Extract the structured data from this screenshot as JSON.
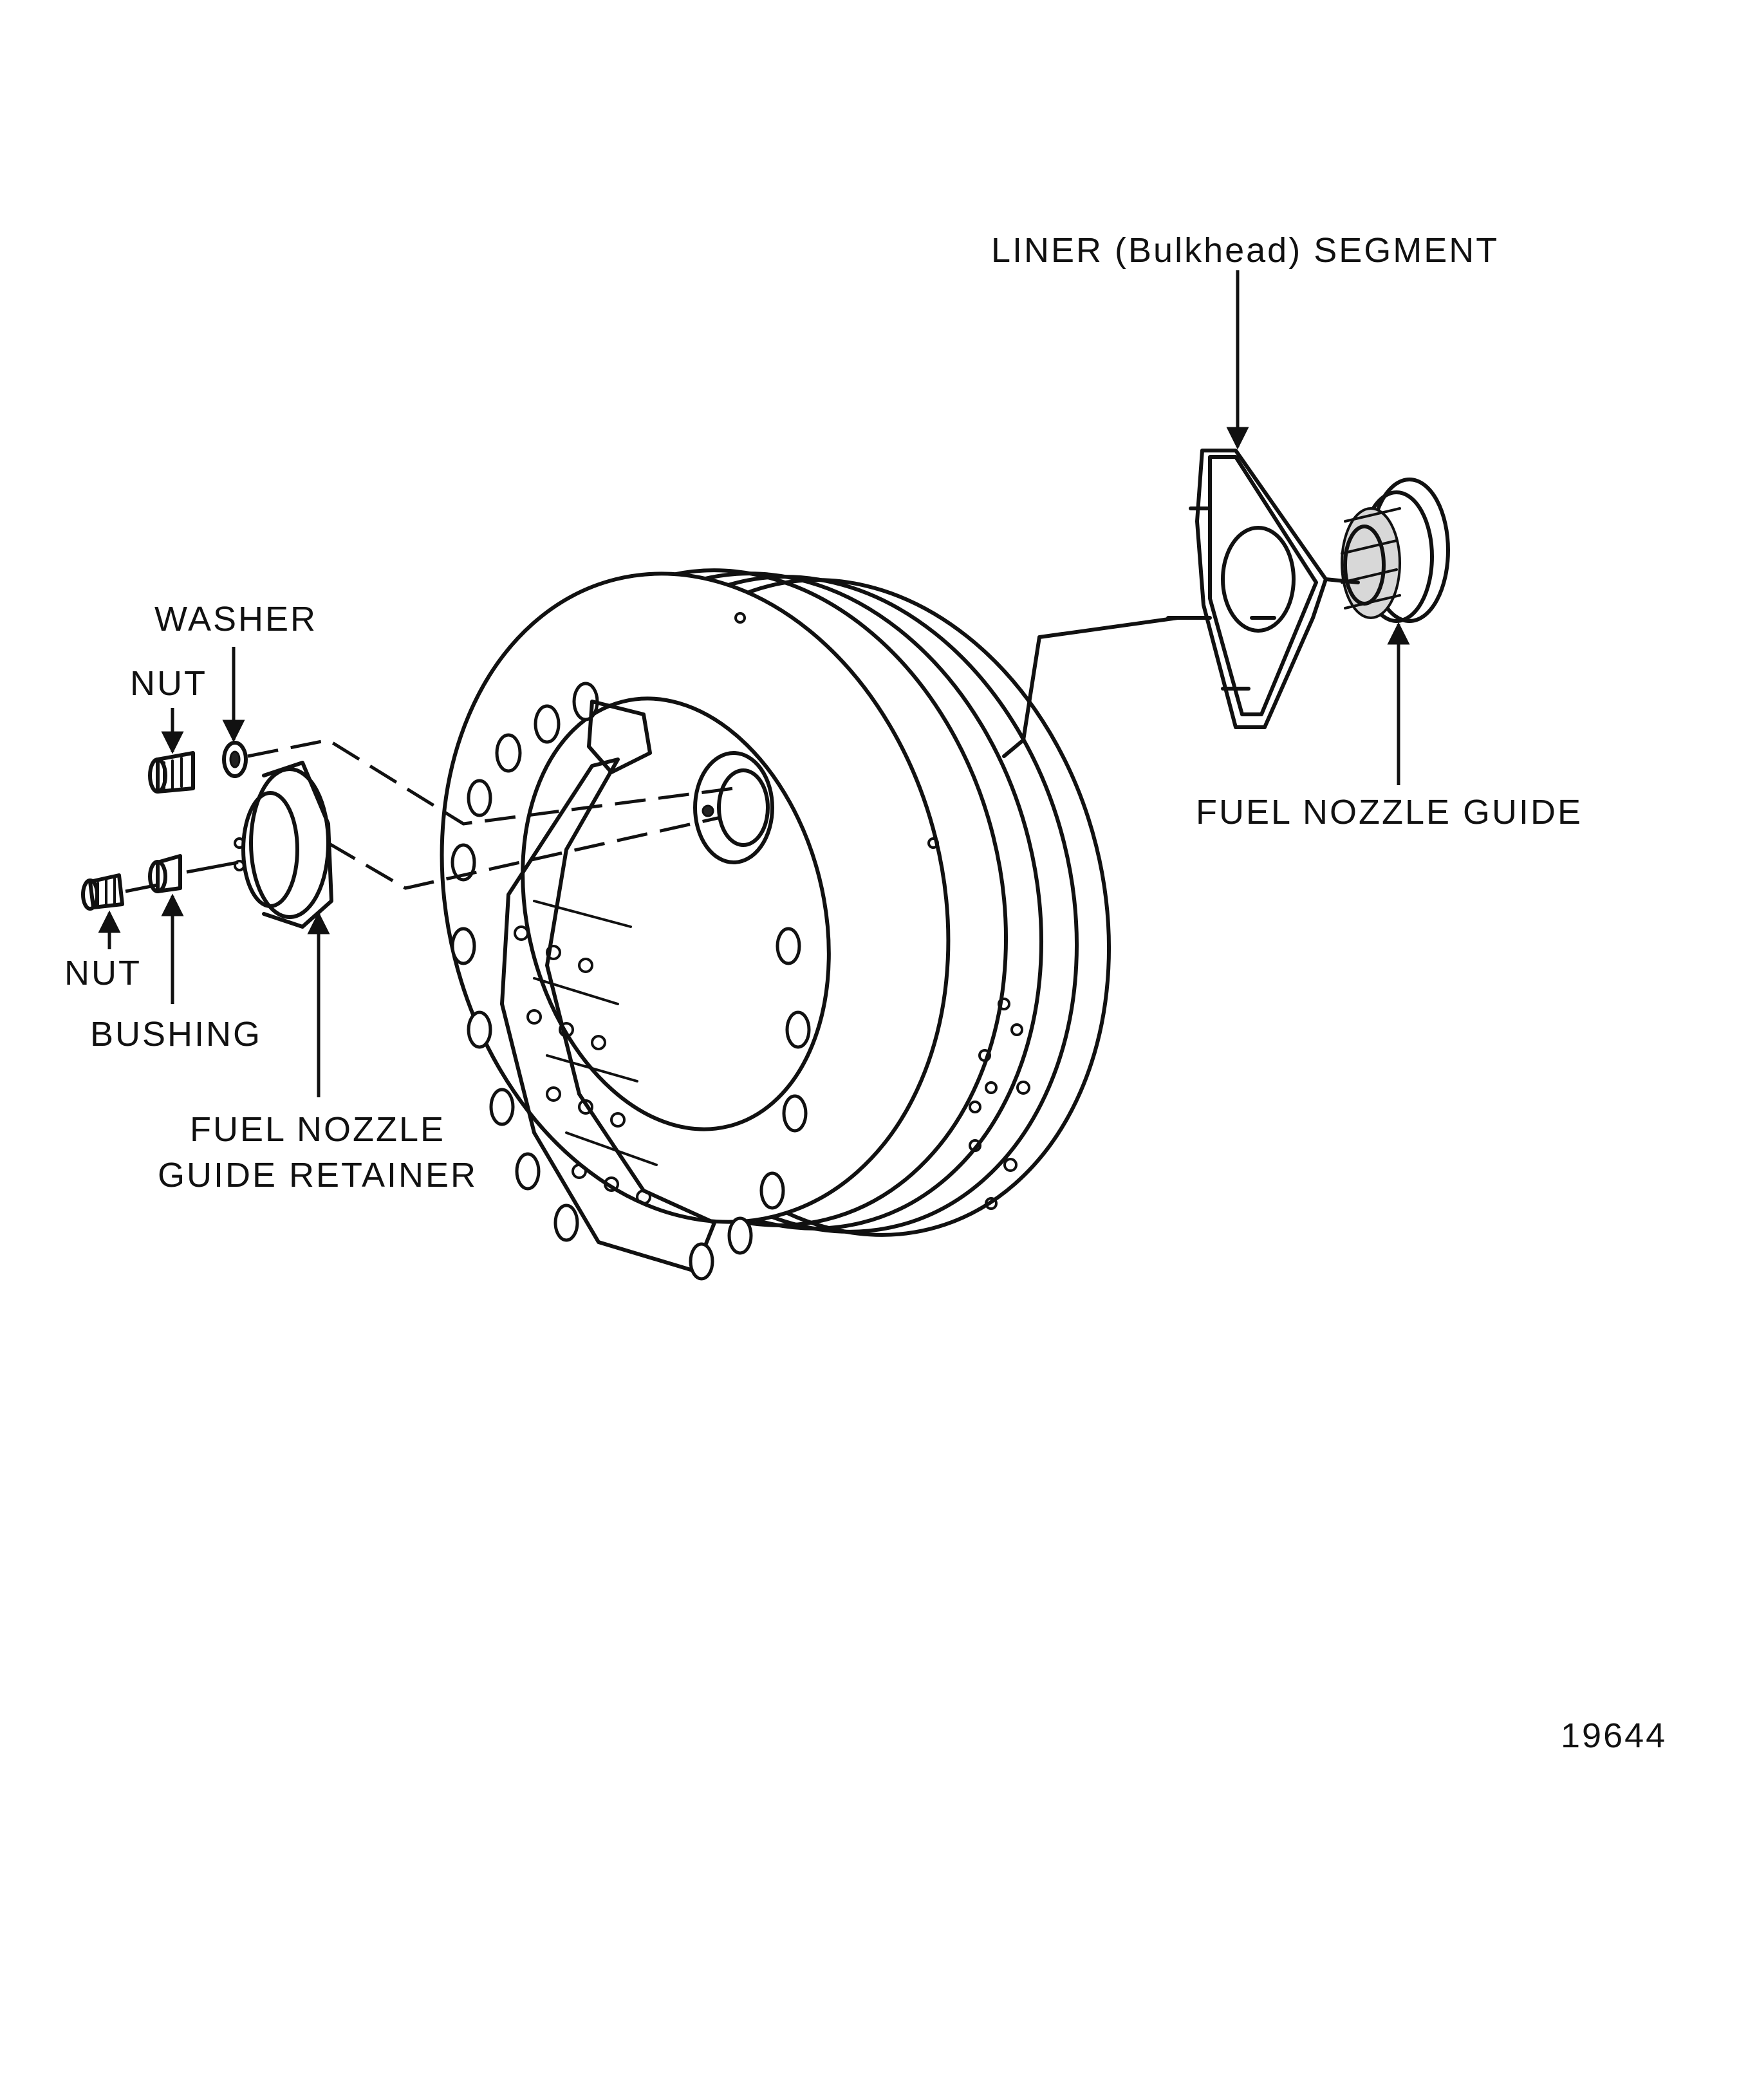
{
  "figure": {
    "number": "19644",
    "parts": [
      {
        "id": "liner-segment",
        "label": "LINER (Bulkhead) SEGMENT"
      },
      {
        "id": "fuel-nozzle-guide",
        "label": "FUEL NOZZLE GUIDE"
      },
      {
        "id": "washer",
        "label": "WASHER"
      },
      {
        "id": "nut-upper",
        "label": "NUT"
      },
      {
        "id": "nut-lower",
        "label": "NUT"
      },
      {
        "id": "bushing",
        "label": "BUSHING"
      },
      {
        "id": "retainer",
        "label": "FUEL NOZZLE\nGUIDE RETAINER"
      }
    ]
  },
  "colors": {
    "ink": "#111111",
    "paper": "#ffffff",
    "shading": "#d8d8d8"
  }
}
